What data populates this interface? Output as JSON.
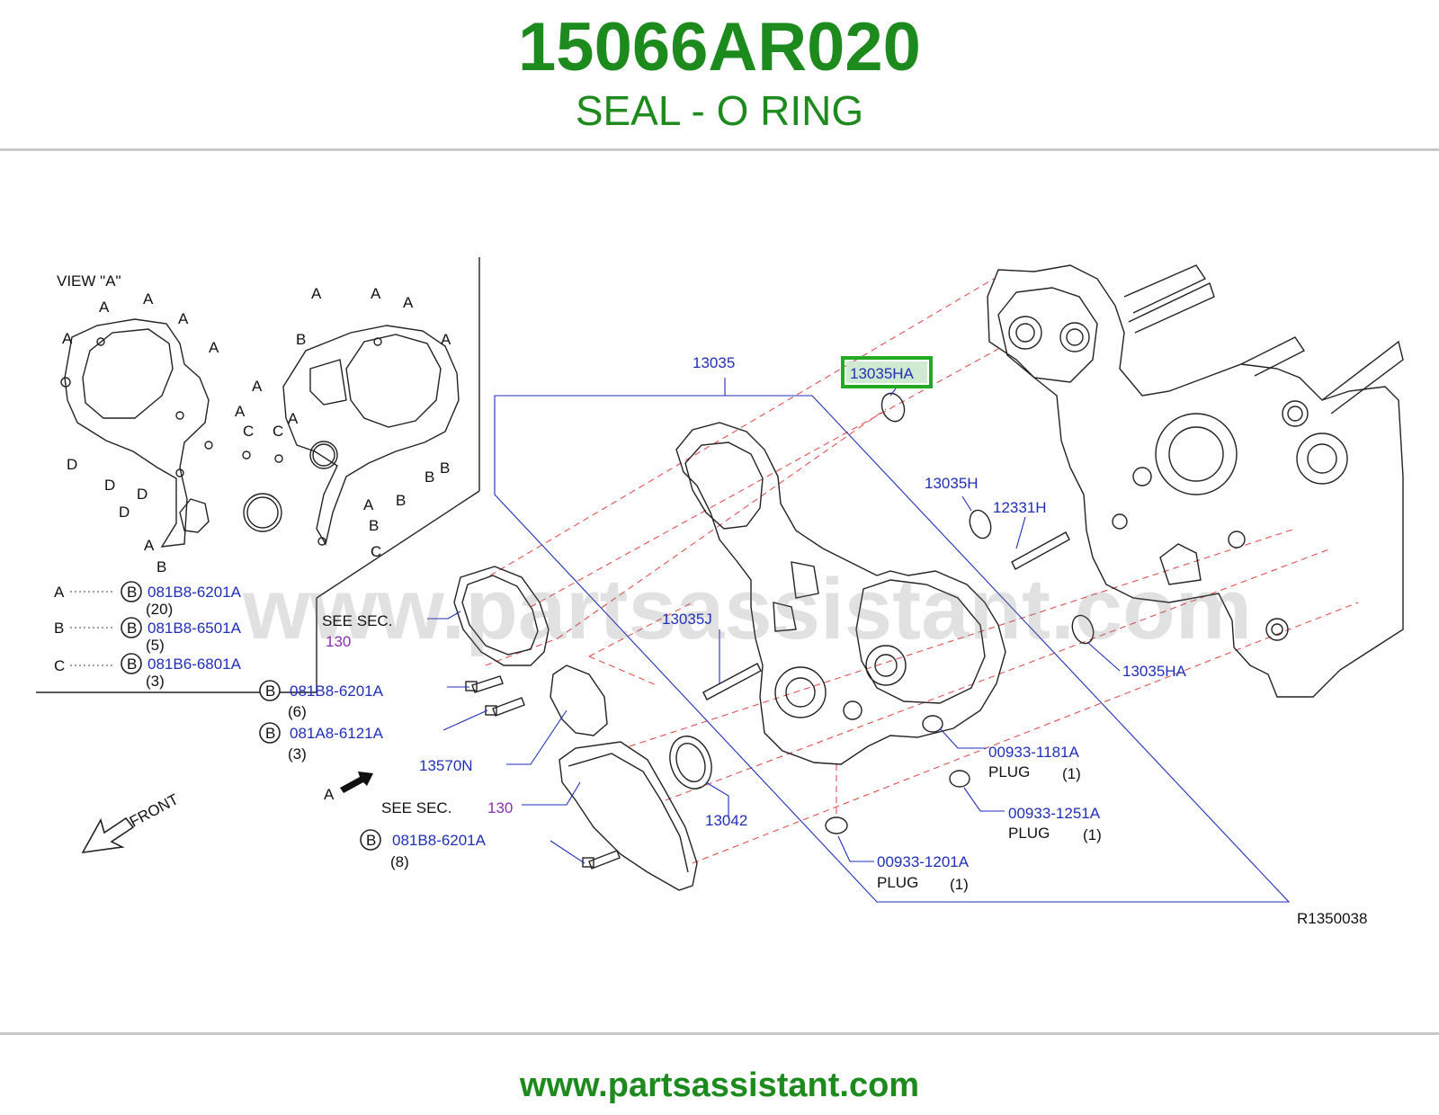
{
  "header": {
    "part_number": "15066AR020",
    "description": "SEAL - O RING"
  },
  "footer": {
    "url": "www.partsassistant.com"
  },
  "diagram": {
    "ref_code": "R1350038",
    "watermark": "www.partsassistant.com",
    "view_a": {
      "title": "VIEW  \"A\"",
      "letter_a": "A",
      "letter_b": "B",
      "letter_c": "C",
      "letter_d": "D"
    },
    "legend": {
      "circle_letter": "B",
      "rows": [
        {
          "key": "A",
          "part": "081B8-6201A",
          "qty": "(20)"
        },
        {
          "key": "B",
          "part": "081B8-6501A",
          "qty": "(5)"
        },
        {
          "key": "C",
          "part": "081B6-6801A",
          "qty": "(3)"
        }
      ]
    },
    "callouts": {
      "p13035": "13035",
      "p13035ha_top": "13035HA",
      "p13035h": "13035H",
      "p12331h": "12331H",
      "p13035j": "13035J",
      "p13035ha_right": "13035HA",
      "p13570n": "13570N",
      "p13042": "13042",
      "plug1_part": "00933-1181A",
      "plug2_part": "00933-1251A",
      "plug3_part": "00933-1201A",
      "plug_label": "PLUG",
      "plug_qty": "(1)",
      "bolt1_part": "081B8-6201A",
      "bolt1_qty": "(6)",
      "bolt2_part": "081A8-6121A",
      "bolt2_qty": "(3)",
      "bolt3_part": "081B8-6201A",
      "bolt3_qty": "(8)",
      "bolt_circle": "B",
      "see_sec": "SEE  SEC.",
      "sec_number": "130",
      "view_arrow_letter": "A",
      "front": "FRONT"
    },
    "highlight_color": "#22aa22"
  }
}
